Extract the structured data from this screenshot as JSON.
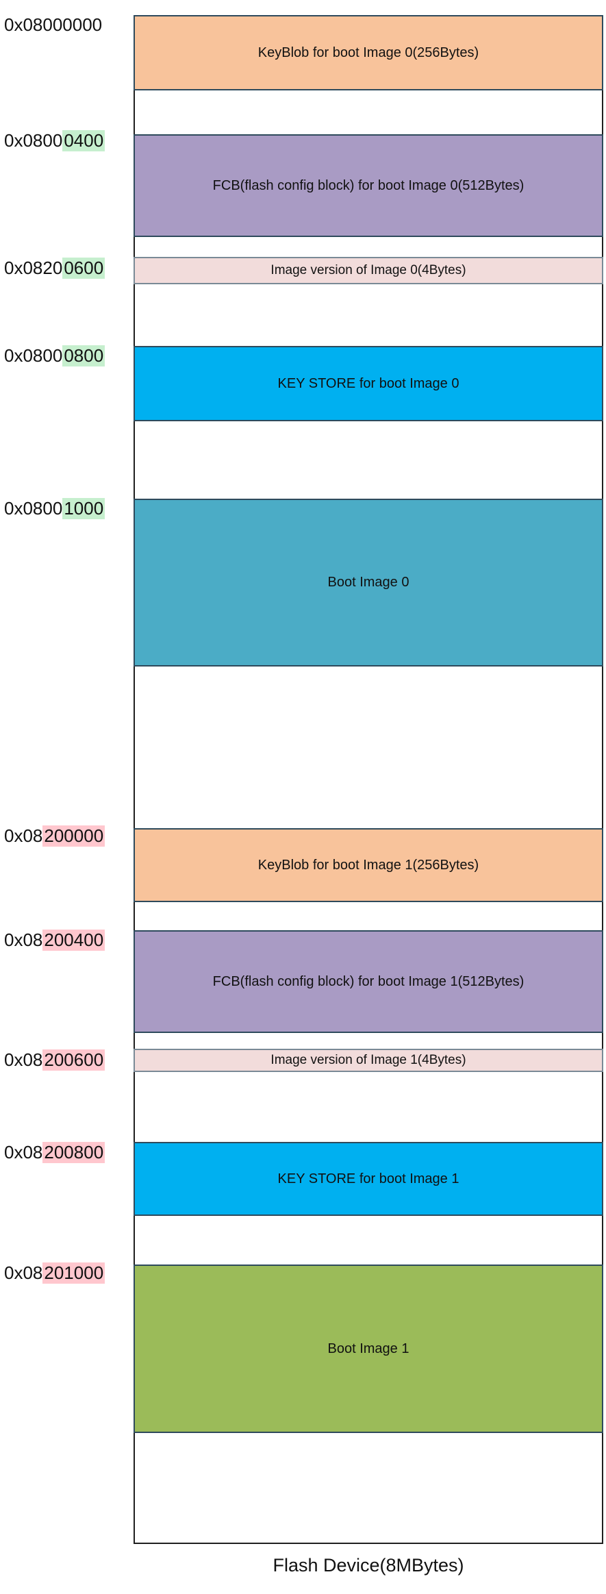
{
  "diagram": {
    "caption": "Flash Device(8MBytes)",
    "colors": {
      "keyblob": "#f8c39b",
      "fcb": "#a99bc4",
      "version": "#f2dcdb",
      "keystore": "#00b0f0",
      "boot0": "#4bacc6",
      "boot1": "#9bbb59",
      "highlight_image0": "#c6efce",
      "highlight_image1": "#ffc7ce"
    },
    "regions": [
      {
        "id": "keyblob-0",
        "label": "KeyBlob  for boot Image 0(256Bytes)",
        "color": "keyblob"
      },
      {
        "id": "fcb-0",
        "label": "FCB(flash config block) for boot Image 0(512Bytes)",
        "color": "fcb"
      },
      {
        "id": "version-0",
        "label": "Image version of Image 0(4Bytes)",
        "color": "version"
      },
      {
        "id": "keystore-0",
        "label": "KEY STORE for boot Image 0",
        "color": "keystore"
      },
      {
        "id": "boot-image-0",
        "label": "Boot Image 0",
        "color": "boot0"
      },
      {
        "id": "keyblob-1",
        "label": "KeyBlob  for boot Image 1(256Bytes)",
        "color": "keyblob"
      },
      {
        "id": "fcb-1",
        "label": "FCB(flash config block) for boot Image 1(512Bytes)",
        "color": "fcb"
      },
      {
        "id": "version-1",
        "label": "Image version of Image 1(4Bytes)",
        "color": "version"
      },
      {
        "id": "keystore-1",
        "label": "KEY STORE for boot Image 1",
        "color": "keystore"
      },
      {
        "id": "boot-image-1",
        "label": "Boot Image 1",
        "color": "boot1"
      }
    ],
    "addresses": [
      {
        "prefix": "0x08000000",
        "highlight": "",
        "highlight_color": ""
      },
      {
        "prefix": "0x0800",
        "highlight": "0400",
        "highlight_color": "highlight_image0"
      },
      {
        "prefix": "0x0820",
        "highlight": "0600",
        "highlight_color": "highlight_image0"
      },
      {
        "prefix": "0x0800",
        "highlight": "0800",
        "highlight_color": "highlight_image0"
      },
      {
        "prefix": "0x0800",
        "highlight": "1000",
        "highlight_color": "highlight_image0"
      },
      {
        "prefix": "0x08",
        "highlight": "200000",
        "highlight_color": "highlight_image1"
      },
      {
        "prefix": "0x08",
        "highlight": "200400",
        "highlight_color": "highlight_image1"
      },
      {
        "prefix": "0x08",
        "highlight": "200600",
        "highlight_color": "highlight_image1"
      },
      {
        "prefix": "0x08",
        "highlight": "200800",
        "highlight_color": "highlight_image1"
      },
      {
        "prefix": "0x08",
        "highlight": "201000",
        "highlight_color": "highlight_image1"
      }
    ]
  }
}
